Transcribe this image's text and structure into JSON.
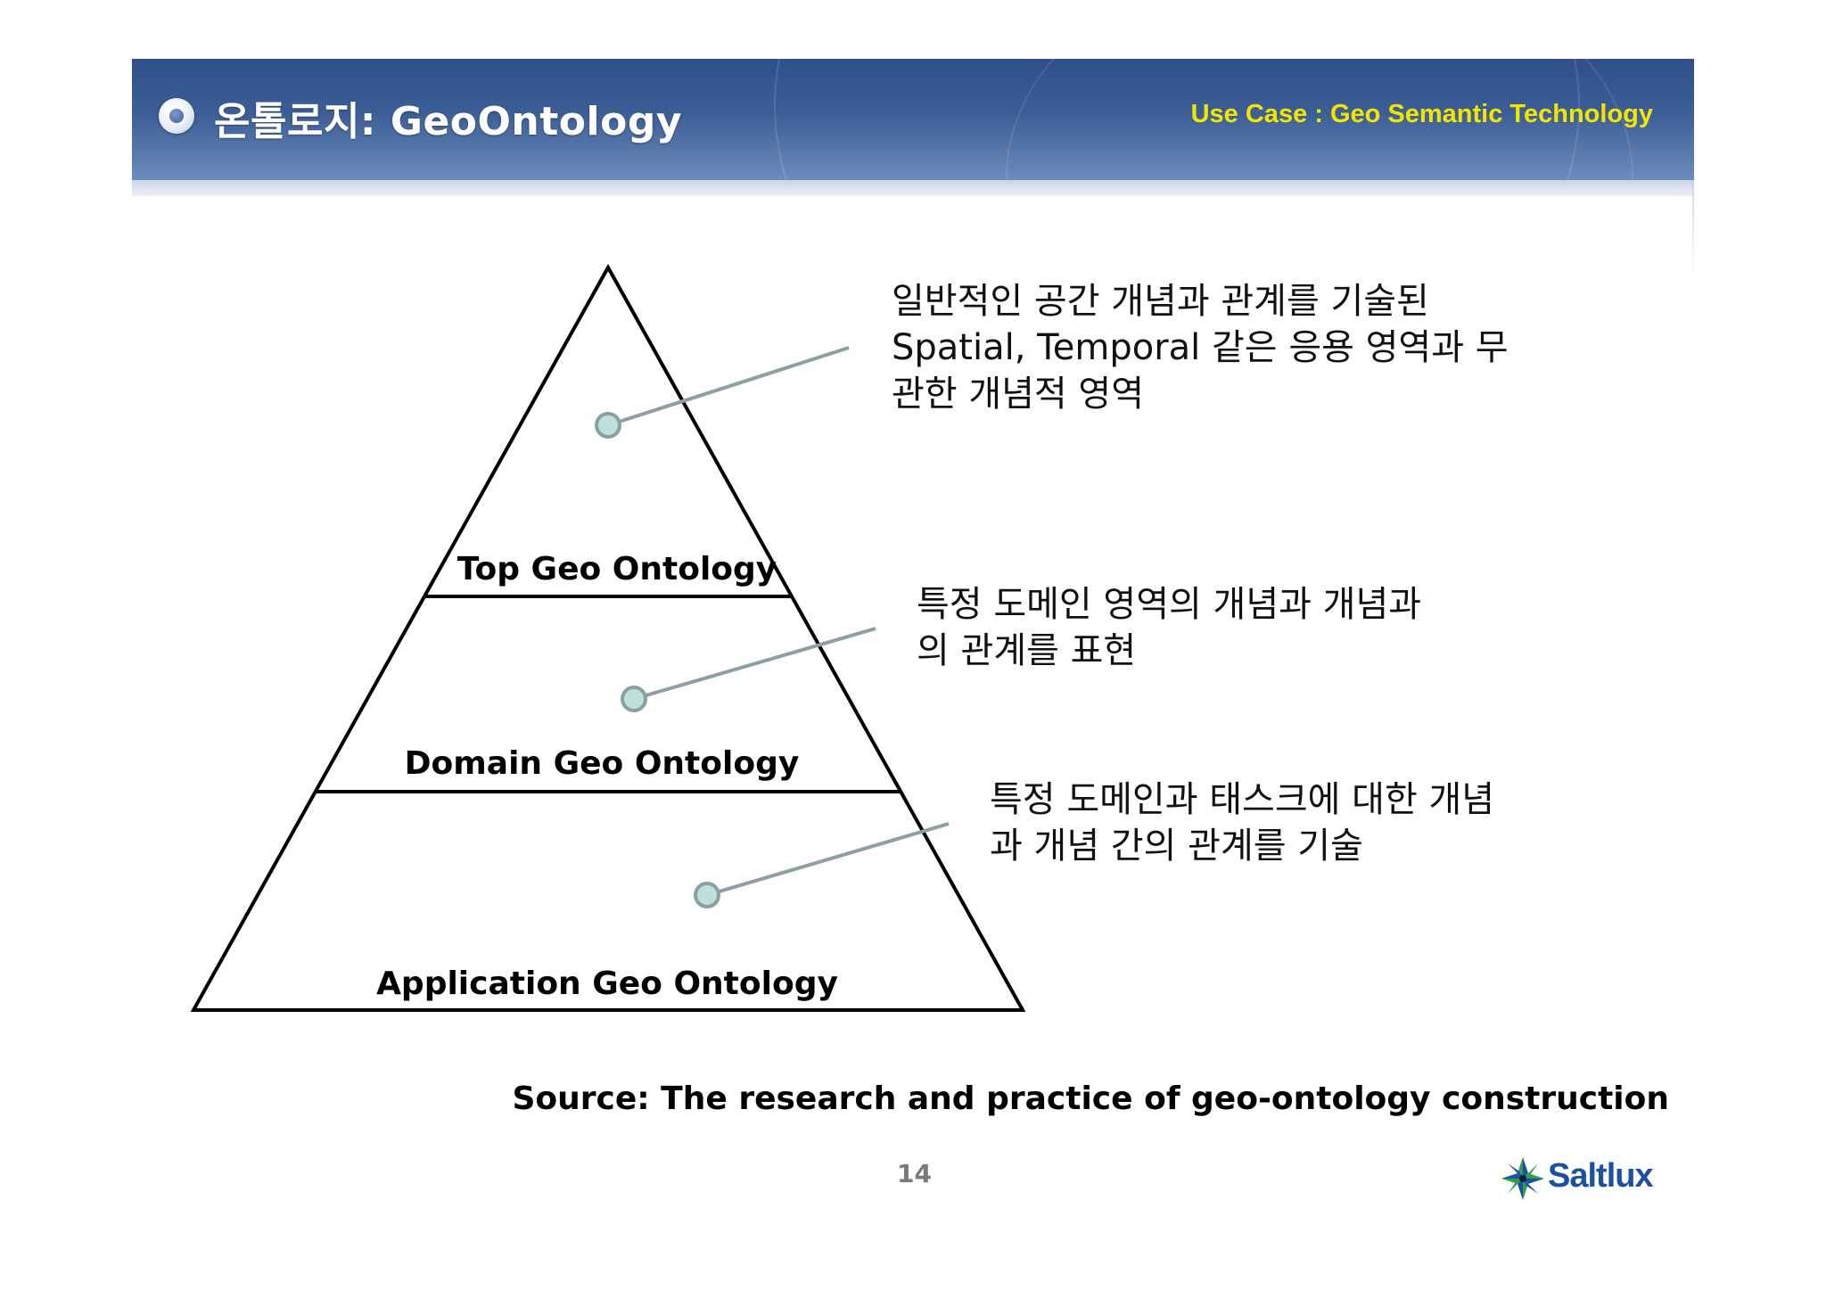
{
  "header": {
    "title": "온톨로지: GeoOntology",
    "subtitle": "Use Case : Geo Semantic Technology"
  },
  "pyramid": {
    "levels": [
      {
        "label": "Top Geo Ontology",
        "description": "일반적인 공간 개념과 관계를 기술된\nSpatial, Temporal 같은 응용 영역과 무\n관한 개념적 영역"
      },
      {
        "label": "Domain Geo Ontology",
        "description": "특정 도메인 영역의 개념과 개념과\n의 관계를 표현"
      },
      {
        "label": "Application Geo Ontology",
        "description": "특정 도메인과 태스크에 대한 개념\n과 개념 간의 관계를 기술"
      }
    ],
    "colors": {
      "outline": "#000000",
      "connector": "#8aa0a3",
      "dot_fill": "#bfe0dd",
      "dot_stroke": "#8aa0a3"
    }
  },
  "footer": {
    "source": "Source: The research and practice of geo-ontology construction",
    "page_number": "14",
    "logo": "Saltlux"
  }
}
